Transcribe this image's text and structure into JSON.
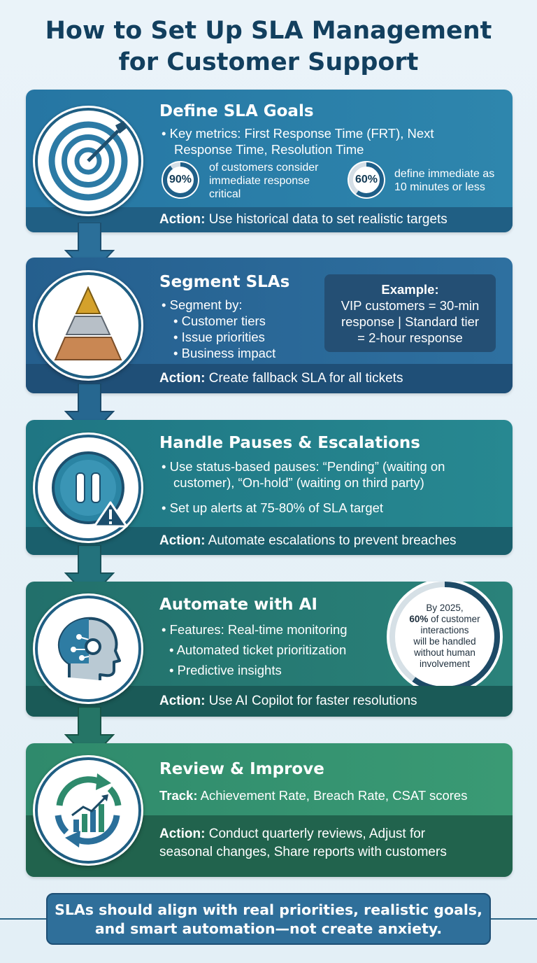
{
  "title": {
    "line1": "How to Set Up SLA Management",
    "line2": "for Customer Support"
  },
  "colors": {
    "title": "#123f5e",
    "card1": "#2b7ea8",
    "card2": "#2c6b98",
    "card3": "#227f87",
    "card4": "#287a6a",
    "card5": "#37916e",
    "footer": "#2f6f9a"
  },
  "action_label": "Action:",
  "step1": {
    "icon": "target-icon",
    "heading": "Define SLA Goals",
    "bullet_line1": "• Key metrics: First Response Time (FRT), Next",
    "bullet_line2": "Response Time, Resolution Time",
    "stat1_value": "90%",
    "stat1_fraction": 0.9,
    "stat1_line1": "of customers consider",
    "stat1_line2": "immediate response",
    "stat1_line3": "critical",
    "stat2_value": "60%",
    "stat2_fraction": 0.6,
    "stat2_line1": "define immediate as",
    "stat2_line2": "10 minutes or less",
    "action": "Use historical data to set realistic targets"
  },
  "step2": {
    "icon": "pyramid-icon",
    "heading": "Segment SLAs",
    "bullet": "• Segment by:",
    "sub1": "• Customer tiers",
    "sub2": "• Issue priorities",
    "sub3": "• Business impact",
    "example_title": "Example:",
    "example_line1": "VIP customers = 30-min",
    "example_line2": "response | Standard tier",
    "example_line3": "= 2-hour response",
    "action": "Create fallback SLA for all tickets"
  },
  "step3": {
    "icon": "pause-warning-icon",
    "heading": "Handle Pauses & Escalations",
    "bullet1_line1": "• Use status-based pauses: “Pending” (waiting on",
    "bullet1_line2": "customer), “On-hold” (waiting on third party)",
    "bullet2": "• Set up alerts at 75-80% of SLA target",
    "action": "Automate escalations to prevent breaches"
  },
  "step4": {
    "icon": "ai-head-icon",
    "heading": "Automate with AI",
    "bullet1": "• Features: Real-time monitoring",
    "bullet2": "• Automated ticket prioritization",
    "bullet3": "• Predictive insights",
    "stat_line1": "By 2025,",
    "stat_bold": "60%",
    "stat_line2_rest": " of customer",
    "stat_line3": "interactions",
    "stat_line4": "will be handled",
    "stat_line5": "without human",
    "stat_line6": "involvement",
    "stat_fraction": 0.6,
    "action": "Use AI Copilot for faster resolutions"
  },
  "step5": {
    "icon": "cycle-chart-icon",
    "heading": "Review & Improve",
    "track_label": "Track:",
    "track_text": "Achievement Rate, Breach Rate, CSAT scores",
    "action_line1": "Conduct quarterly reviews, Adjust for",
    "action_line2": "seasonal changes, Share reports with customers"
  },
  "footer": {
    "line1": "SLAs should align with real priorities, realistic goals,",
    "line2": "and smart automation—not create anxiety."
  }
}
